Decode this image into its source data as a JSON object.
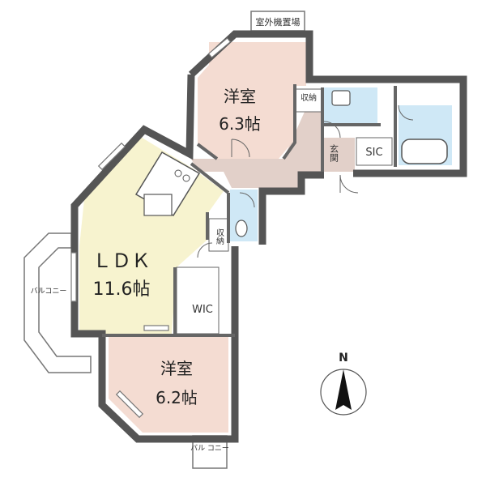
{
  "rooms": {
    "western_north": {
      "name": "洋室",
      "size": "6.3帖"
    },
    "ldk": {
      "name": "ＬＤＫ",
      "size": "11.6帖"
    },
    "western_south": {
      "name": "洋室",
      "size": "6.2帖"
    },
    "wic": {
      "name": "WIC"
    },
    "sic": {
      "name": "SIC"
    }
  },
  "labels": {
    "outdoor_unit": "室外機置場",
    "storage_north": "収納",
    "storage_mid": "収納",
    "entrance": "玄関",
    "balcony_west": "バルコニー",
    "balcony_south": "バル\nコニー"
  },
  "compass": {
    "label": "N"
  },
  "colors": {
    "wall": "#555555",
    "western_room": "#f4dcd2",
    "ldk": "#f7f3cf",
    "hall": "#e2d0c9",
    "wet_area": "#cfe8f6"
  }
}
